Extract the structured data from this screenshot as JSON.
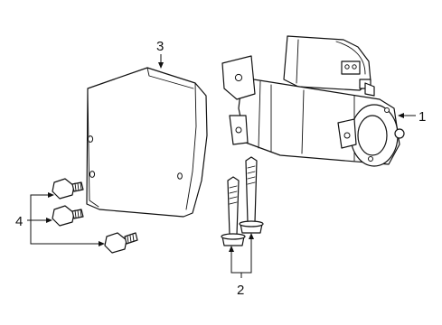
{
  "callouts": {
    "starter": "1",
    "bolt": "2",
    "shield": "3",
    "screw": "4"
  },
  "colors": {
    "line": "#111111",
    "background": "#ffffff"
  }
}
